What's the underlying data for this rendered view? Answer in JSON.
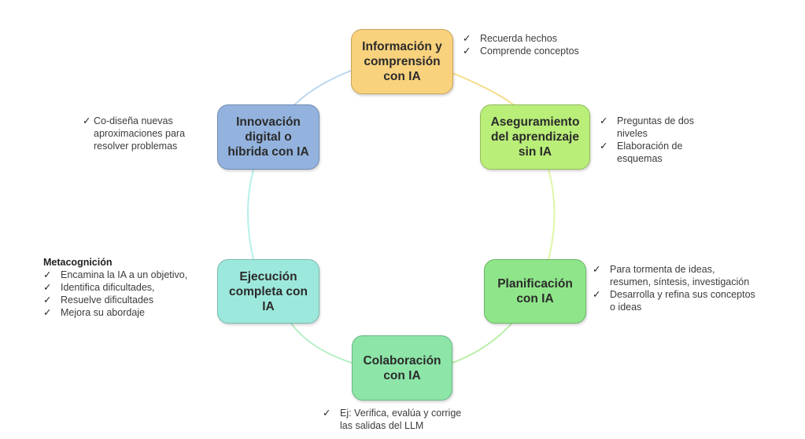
{
  "colors": {
    "info": "#f9d27e",
    "assurance": "#b9ee78",
    "planning": "#8fe68a",
    "collab": "#8de5a8",
    "execution": "#9de8dc",
    "innovation": "#93b3de"
  },
  "nodes": [
    {
      "id": "info",
      "label": "Información y\ncomprensión\ncon IA"
    },
    {
      "id": "assurance",
      "label": "Aseguramiento\ndel aprendizaje\nsin IA"
    },
    {
      "id": "planning",
      "label": "Planificación\ncon IA"
    },
    {
      "id": "collab",
      "label": "Colaboración\ncon IA"
    },
    {
      "id": "execution",
      "label": "Ejecución\ncompleta con\nIA"
    },
    {
      "id": "innovation",
      "label": "Innovación\ndigital o\nhíbrida con IA"
    }
  ],
  "notes": {
    "info": [
      "Recuerda hechos",
      "Comprende conceptos"
    ],
    "assurance": [
      "Preguntas de dos\nniveles",
      "Elaboración de\nesquemas"
    ],
    "planning": [
      "Para tormenta de ideas,\nresumen, síntesis, investigación",
      "Desarrolla y refina sus conceptos\no ideas"
    ],
    "collab": [
      "Ej: Verifica, evalúa y corrige\nlas salidas del LLM"
    ],
    "execution_heading": "Metacognición",
    "execution": [
      "Encamina la IA a un objetivo,",
      "Identifica dificultades,",
      "Resuelve dificultades",
      "Mejora su abordaje"
    ],
    "innovation": [
      "Co-diseña nuevas\naproximaciones para\nresolver problemas"
    ]
  },
  "check_glyph": "✓"
}
